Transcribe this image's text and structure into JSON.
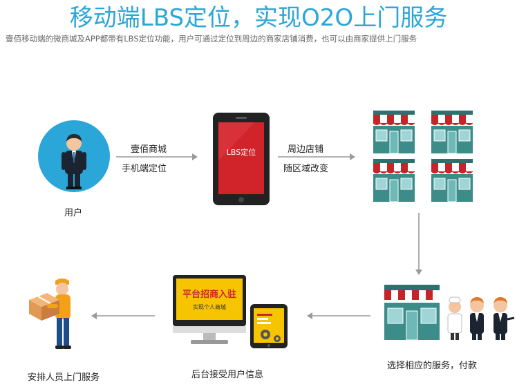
{
  "header": {
    "title": "移动端LBS定位，实现O2O上门服务",
    "subtitle": "壹佰移动端的微商城及APP都带有LBS定位功能，用户可通过定位到周边的商家店铺消费，也可以由商家提供上门服务"
  },
  "nodes": {
    "user": {
      "label": "用户"
    },
    "phone": {
      "screen_text": "LBS定位"
    },
    "stores": {
      "count_label": ""
    },
    "select": {
      "label": "选择相应的服务，付款"
    },
    "backend": {
      "label": "后台接受用户信息",
      "banner_title": "平台招商入驻",
      "banner_sub": "实现个人商城"
    },
    "delivery": {
      "label": "安排人员上门服务"
    }
  },
  "edges": {
    "user_to_phone": {
      "line1": "壹佰商城",
      "line2": "手机端定位"
    },
    "phone_to_stores": {
      "line1": "周边店铺",
      "line2": "随区域改变"
    }
  },
  "colors": {
    "title": "#2aa6d8",
    "circle": "#2aa6d8",
    "phone_body": "#222222",
    "phone_screen": "#d0232a",
    "store_wall": "#3c8c8a",
    "store_awning_red": "#c8232a",
    "arrow": "#9a9a9a",
    "monitor_screen": "#f6c400",
    "monitor_text": "#d0232a"
  }
}
